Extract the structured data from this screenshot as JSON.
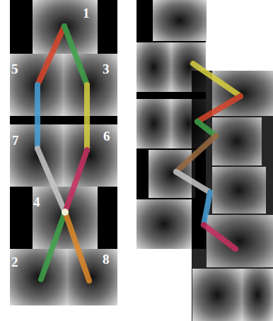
{
  "diagram": {
    "labels": [
      "1",
      "5",
      "3",
      "7",
      "6",
      "4",
      "2",
      "8"
    ]
  }
}
